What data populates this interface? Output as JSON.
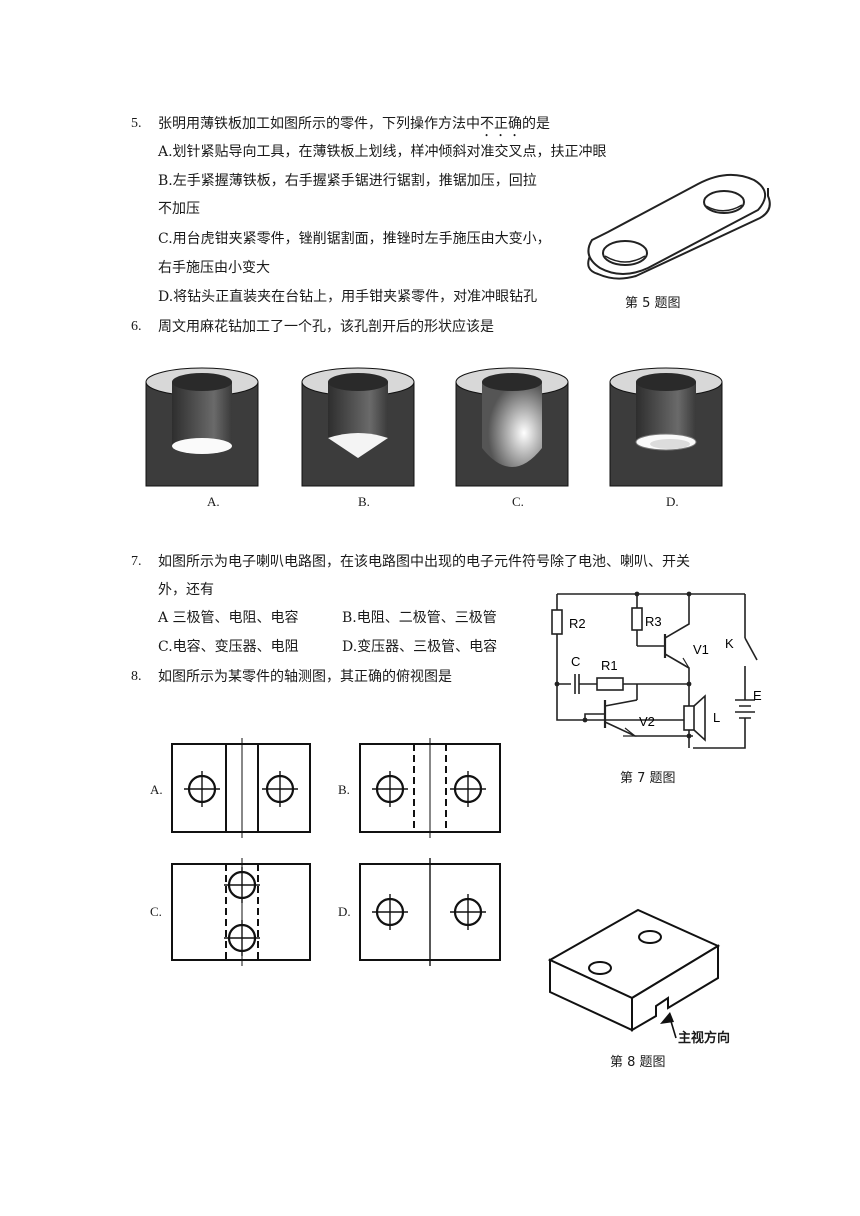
{
  "q5": {
    "num": "5.",
    "stem_a": "张明用薄铁板加工如图所示的零件，下列操作方法中",
    "stem_em": "不正确",
    "stem_b": "的是",
    "opt_a": "A.划针紧贴导向工具，在薄铁板上划线，样冲倾斜对准交叉点，扶正冲眼",
    "opt_b1": "B.左手紧握薄铁板，右手握紧手锯进行锯割，推锯加压，回拉",
    "opt_b2": "不加压",
    "opt_c1": "C.用台虎钳夹紧零件，锉削锯割面，推锉时左手施压由大变小，",
    "opt_c2": "右手施压由小变大",
    "opt_d": "D.将钻头正直装夹在台钻上，用手钳夹紧零件，对准冲眼钻孔",
    "caption": "第 5 题图"
  },
  "q6": {
    "num": "6.",
    "stem": "周文用麻花钻加工了一个孔，该孔剖开后的形状应该是",
    "labels": [
      "A.",
      "B.",
      "C.",
      "D."
    ]
  },
  "q7": {
    "num": "7.",
    "stem1": "如图所示为电子喇叭电路图，在该电路图中出现的电子元件符号除了电池、喇叭、开关",
    "stem2": "外，还有",
    "opt_a": "A 三极管、电阻、电容",
    "opt_b": "B.电阻、二极管、三极管",
    "opt_c": "C.电容、变压器、电阻",
    "opt_d": "D.变压器、三极管、电容",
    "caption": "第 7 题图",
    "components": {
      "r2": "R2",
      "r3": "R3",
      "r1": "R1",
      "c": "C",
      "v1": "V1",
      "v2": "V2",
      "k": "K",
      "e": "E",
      "l": "L"
    }
  },
  "q8": {
    "num": "8.",
    "stem": "如图所示为某零件的轴测图，其正确的俯视图是",
    "labels": [
      "A.",
      "B.",
      "C.",
      "D."
    ],
    "direction": "主视方向",
    "caption": "第 8 题图"
  }
}
